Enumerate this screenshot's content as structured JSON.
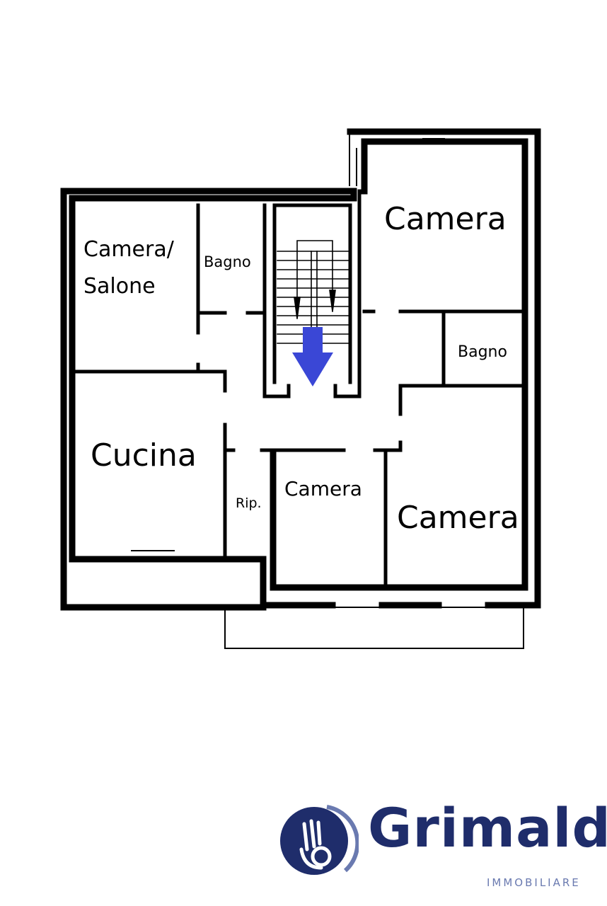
{
  "rooms": {
    "camera_salone_line1": "Camera/",
    "camera_salone_line2": "Salone",
    "bagno_left": "Bagno",
    "camera_top_right": "Camera",
    "bagno_right": "Bagno",
    "cucina": "Cucina",
    "ripostiglio": "Rip.",
    "camera_small": "Camera",
    "camera_bottom_right": "Camera"
  },
  "colors": {
    "wall": "#000000",
    "entrance_arrow": "#3a47d6",
    "brand": "#1f2d6b",
    "brand_sub": "#6a7ab0"
  },
  "icons": {
    "entrance": "arrow-down-icon",
    "logo": "hand-ok-icon"
  },
  "brand": {
    "name": "Grimaldi",
    "tagline": "IMMOBILIARE"
  }
}
